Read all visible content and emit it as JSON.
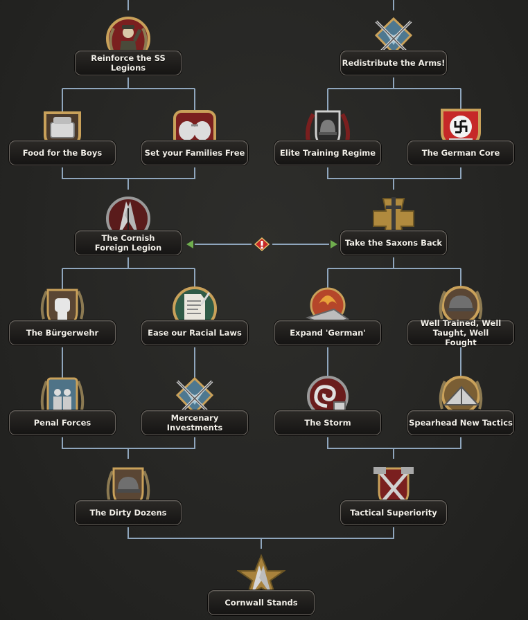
{
  "focus_tree": {
    "reinforce_ss": {
      "label": "Reinforce the SS Legions",
      "icon": "saluting-officer-icon"
    },
    "redistribute_arms": {
      "label": "Redistribute the Arms!",
      "icon": "crossed-rifles-icon"
    },
    "food_for_boys": {
      "label": "Food for the Boys",
      "icon": "ration-tin-icon"
    },
    "families_free": {
      "label": "Set your Families Free",
      "icon": "freed-hands-icon"
    },
    "elite_training": {
      "label": "Elite Training Regime",
      "icon": "helmet-laurel-icon"
    },
    "german_core": {
      "label": "The German Core",
      "icon": "swastika-handshake-icon"
    },
    "cornish_legion": {
      "label": "The Cornish Foreign Legion",
      "icon": "crossed-flags-icon"
    },
    "saxons_back": {
      "label": "Take the Saxons Back",
      "icon": "sword-cross-icon"
    },
    "burgerwehr": {
      "label": "The Bürgerwehr",
      "icon": "raised-fist-icon"
    },
    "racial_laws": {
      "label": "Ease our Racial Laws",
      "icon": "torn-document-icon"
    },
    "expand_german": {
      "label": "Expand 'German'",
      "icon": "flaming-eagle-icon"
    },
    "well_trained": {
      "label": "Well Trained, Well Taught, Well Fought",
      "icon": "helmet-laurel-icon"
    },
    "penal_forces": {
      "label": "Penal Forces",
      "icon": "marching-soldiers-icon"
    },
    "mercenary": {
      "label": "Mercenary Investments",
      "icon": "crossed-rifles-icon"
    },
    "the_storm": {
      "label": "The Storm",
      "icon": "storm-shield-icon"
    },
    "spearhead": {
      "label": "Spearhead New Tactics",
      "icon": "tactics-map-icon"
    },
    "dirty_dozens": {
      "label": "The Dirty Dozens",
      "icon": "helmet-laurel-icon"
    },
    "tactical_superiority": {
      "label": "Tactical Superiority",
      "icon": "crossed-hammers-icon"
    },
    "cornwall_stands": {
      "label": "Cornwall Stands",
      "icon": "star-flags-icon"
    }
  },
  "colors": {
    "line": "#8fa6bd",
    "plate_border": "#6d6862",
    "exclusive_arrow": "#6fae4e",
    "exclusive_warning": "#c62828"
  }
}
